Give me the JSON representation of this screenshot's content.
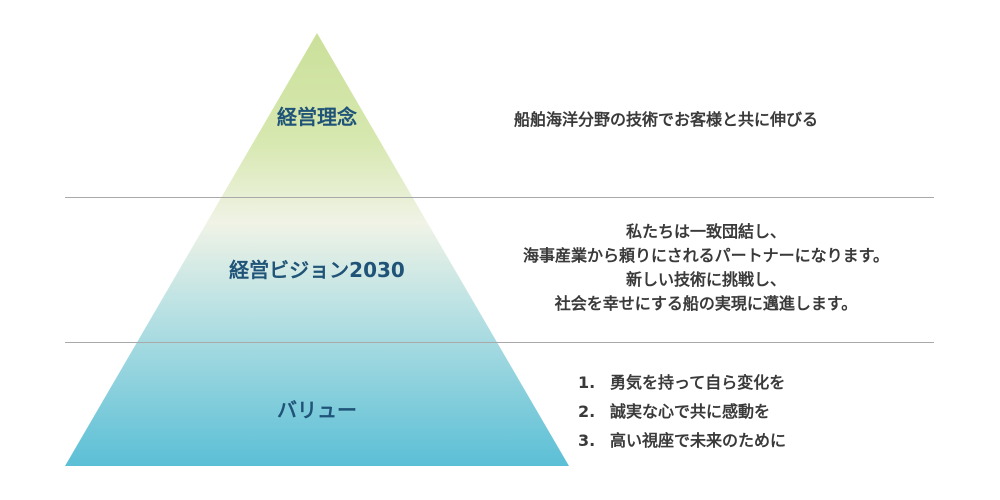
{
  "colors": {
    "apex": "#cbe09a",
    "middle": "#f0f3e6",
    "base": "#5bbfd6",
    "title": "#1f5378",
    "body_text": "#3a3a3a",
    "divider": "#a9a9a9"
  },
  "tiers": {
    "philosophy": {
      "title": "経営理念",
      "text": "船舶海洋分野の技術でお客様と共に伸びる"
    },
    "vision": {
      "title": "経営ビジョン2030",
      "lines": [
        "私たちは一致団結し、",
        "海事産業から頼りにされるパートナーになります。",
        "新しい技術に挑戦し、",
        "社会を幸せにする船の実現に邁進します。"
      ]
    },
    "value": {
      "title": "バリュー",
      "items": [
        {
          "num": "1.",
          "text": "勇気を持って自ら変化を"
        },
        {
          "num": "2.",
          "text": "誠実な心で共に感動を"
        },
        {
          "num": "3.",
          "text": "高い視座で未来のために"
        }
      ]
    }
  }
}
